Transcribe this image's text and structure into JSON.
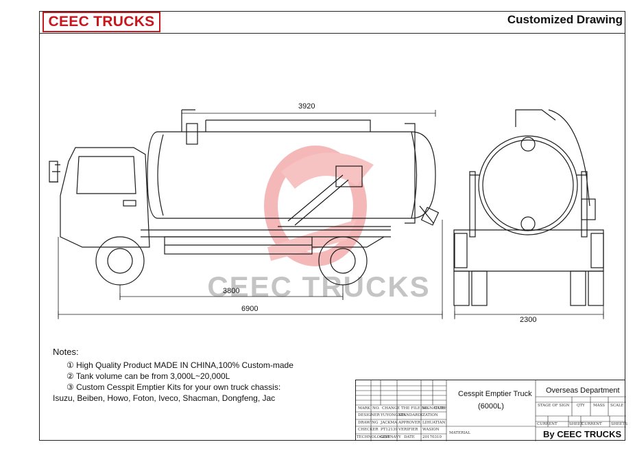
{
  "header": {
    "brand": "CEEC TRUCKS",
    "title": "Customized Drawing"
  },
  "watermark": "CEEC TRUCKS",
  "dimensions": {
    "tank_length": "3920",
    "wheelbase": "3800",
    "overall_length": "6900",
    "overall_width": "2300"
  },
  "notes": {
    "heading": "Notes:",
    "items": [
      "① High Quality Product MADE IN CHINA,100% Custom-made",
      "② Tank volume can be from 3,000L~20,000L",
      "③ Custom Cesspit Emptier Kits for your own truck chassis:"
    ],
    "chassis": "Isuzu, Beiben, Howo, Foton, Iveco, Shacman, Dongfeng, Jac"
  },
  "title_block": {
    "product_name": "Cesspit Emptier Truck",
    "capacity": "(6000L)",
    "department": "Overseas Department",
    "signature": "By CEEC TRUCKS",
    "material_label": "MATERIAL",
    "hdr": [
      "MARK",
      "NO.",
      "CHANGE THE FILE NO.",
      "SIGNATURE",
      "DATE"
    ],
    "rows": [
      [
        "DESIGNER",
        "YUYONGXIN",
        "STANDARDIZATION",
        ""
      ],
      [
        "DRAWING",
        "JACKMA",
        "APPROVER",
        "LIHUATIAN"
      ],
      [
        "CHECKER",
        "PT12139",
        "VERIFIER",
        "WASION"
      ],
      [
        "TECHNOLOGIST",
        "GOHNAVY",
        "DATE",
        "20170310"
      ]
    ],
    "stage": [
      "STAGE OF SIGN",
      "QTY",
      "MASS",
      "SCALE"
    ],
    "sheet": [
      "CURRENT",
      "SHEET",
      "CURRENT",
      "SHEETS"
    ]
  },
  "colors": {
    "brand_red": "#c8161d",
    "watermark_grey": "#b9b9b9",
    "line": "#1a1a1a"
  }
}
